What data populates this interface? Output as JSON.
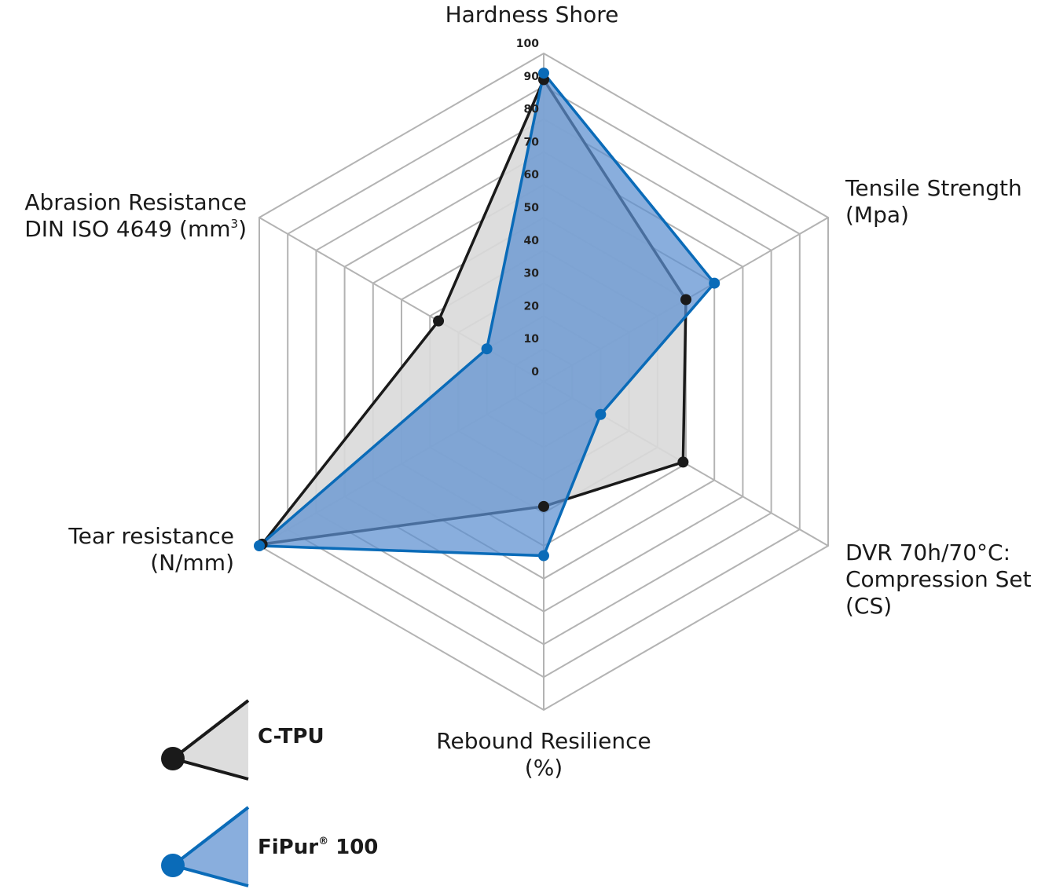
{
  "chart_data": {
    "type": "radar",
    "axes": [
      {
        "lines": [
          "Hardness Shore"
        ]
      },
      {
        "lines": [
          "Tensile Strength",
          "(Mpa)"
        ]
      },
      {
        "lines": [
          "DVR 70h/70°C:",
          "Compression Set",
          "(CS)"
        ]
      },
      {
        "lines": [
          "Rebound Resilience",
          "(%)"
        ]
      },
      {
        "lines": [
          "Tear resistance",
          "(N/mm)"
        ]
      },
      {
        "lines": [
          "Abrasion Resistance",
          "DIN ISO 4649 (mm",
          "3",
          ")"
        ]
      }
    ],
    "radial_ticks": [
      0,
      10,
      20,
      30,
      40,
      50,
      60,
      70,
      80,
      90,
      100
    ],
    "rlim": [
      0,
      100
    ],
    "series": [
      {
        "name": "C-TPU",
        "values": [
          92,
          50,
          49,
          38,
          99,
          37
        ],
        "line_color": "#1a1a1a",
        "fill_color": "#d9d9d9",
        "marker": "dot"
      },
      {
        "name": "FiPur",
        "name_sup": "®",
        "name_suffix": " 100",
        "values": [
          94,
          60,
          20,
          53,
          100,
          20
        ],
        "line_color": "#0a6bb8",
        "fill_color": "#5b8fd0",
        "marker": "dot"
      }
    ],
    "grid": true,
    "legend_placement": "bottom-left"
  }
}
